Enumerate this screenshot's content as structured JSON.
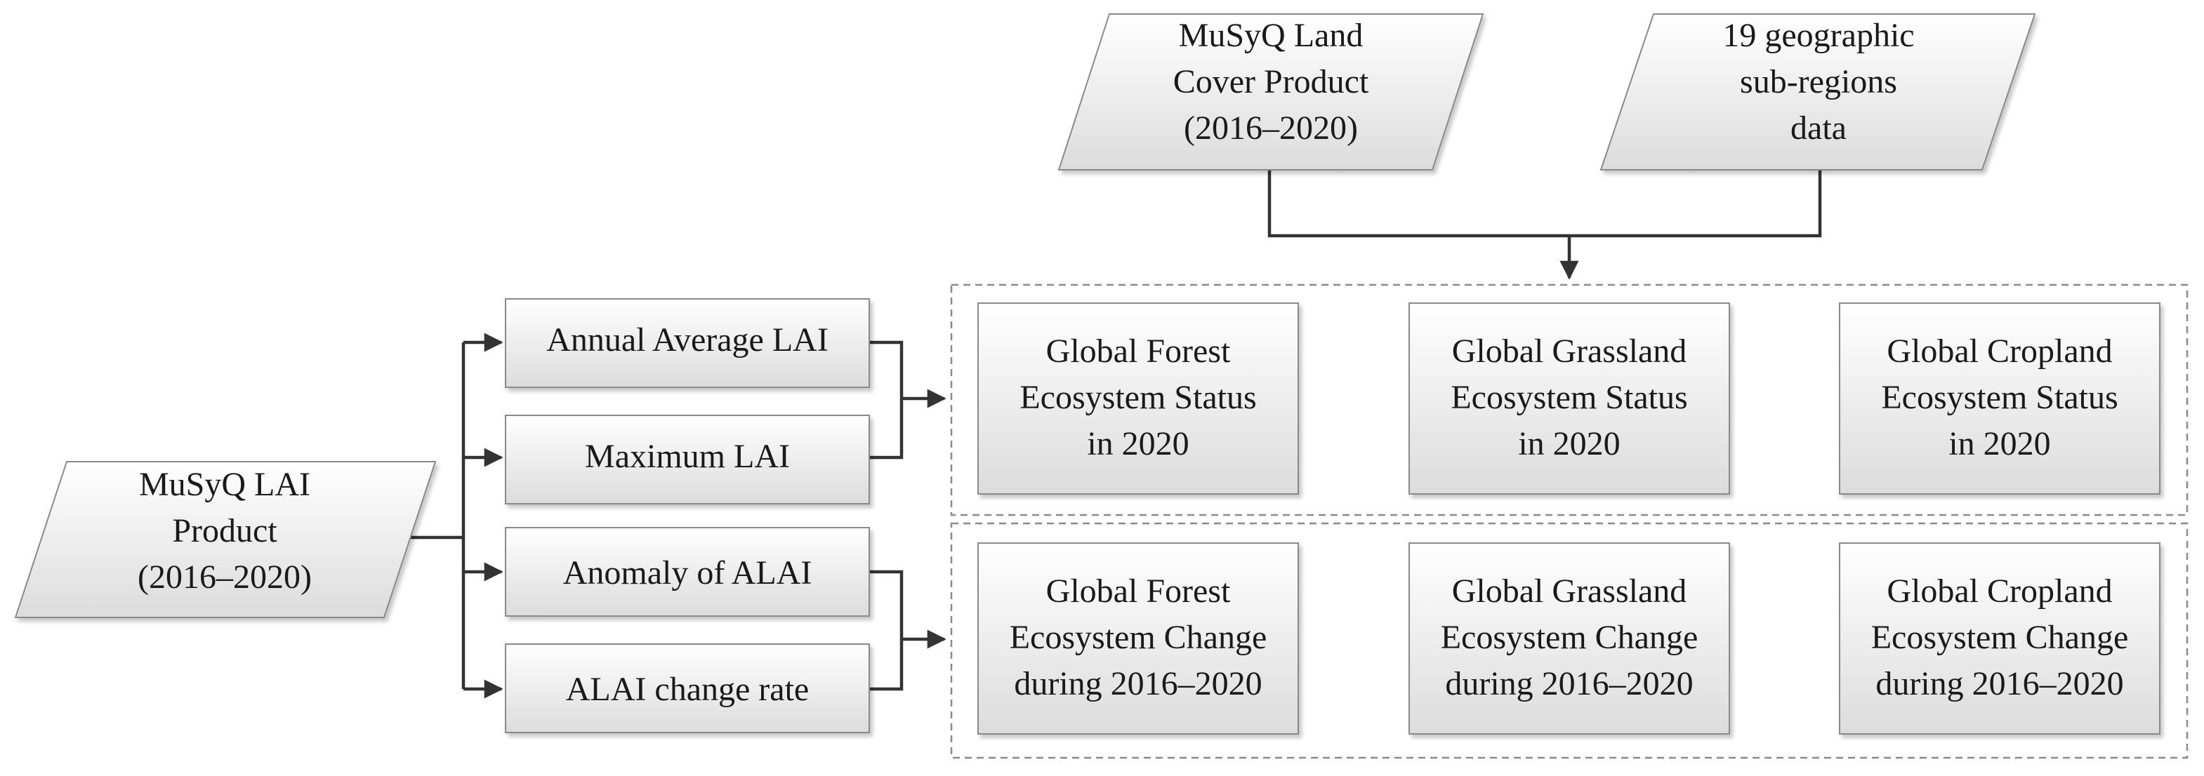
{
  "inputs": {
    "land_cover": [
      "MuSyQ Land",
      "Cover Product",
      "(2016–2020)"
    ],
    "sub_regions": [
      "19 geographic",
      "sub-regions",
      "data"
    ],
    "lai_product": [
      "MuSyQ LAI",
      "Product",
      "(2016–2020)"
    ]
  },
  "indicators": {
    "annual_average": [
      "Annual Average LAI"
    ],
    "maximum": [
      "Maximum LAI"
    ],
    "anomaly": [
      "Anomaly of ALAI"
    ],
    "change_rate": [
      "ALAI change rate"
    ]
  },
  "status": {
    "forest": [
      "Global Forest",
      "Ecosystem Status",
      "in 2020"
    ],
    "grassland": [
      "Global Grassland",
      "Ecosystem Status",
      "in 2020"
    ],
    "cropland": [
      "Global Cropland",
      "Ecosystem Status",
      "in 2020"
    ]
  },
  "change": {
    "forest": [
      "Global Forest",
      "Ecosystem Change",
      "during 2016–2020"
    ],
    "grassland": [
      "Global Grassland",
      "Ecosystem Change",
      "during 2016–2020"
    ],
    "cropland": [
      "Global Cropland",
      "Ecosystem Change",
      "during 2016–2020"
    ]
  },
  "colors": {
    "box_fill_top": "#ffffff",
    "box_fill_bottom": "#dcdcdc",
    "stroke": "#8a8a8a",
    "connector": "#333333",
    "text": "#1a1a1a"
  }
}
